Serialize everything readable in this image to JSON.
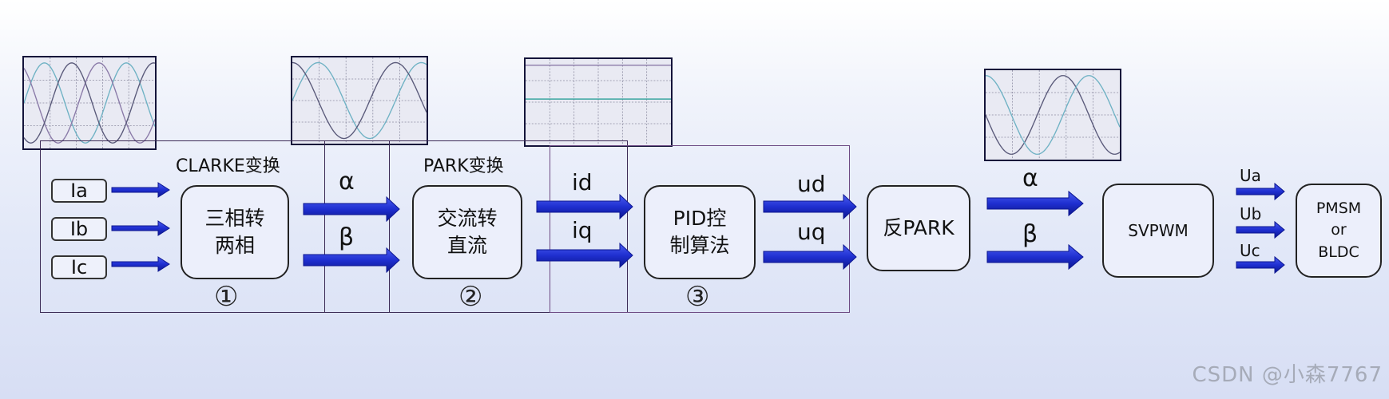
{
  "inputs": [
    "Ia",
    "Ib",
    "Ic"
  ],
  "sections": {
    "clarke_title": "CLARKE变换",
    "park_title": "PARK变换"
  },
  "blocks": {
    "clarke": "三相转\n两相",
    "park": "交流转\n直流",
    "pid": "PID控\n制算法",
    "inv_park": "反PARK",
    "svpwm": "SVPWM",
    "motor": "PMSM\nor\nBLDC"
  },
  "signals": {
    "alpha": "α",
    "beta": "β",
    "id": "id",
    "iq": "iq",
    "ud": "ud",
    "uq": "uq",
    "ua": "Ua",
    "ub": "Ub",
    "uc": "Uc"
  },
  "step_numbers": [
    "①",
    "②",
    "③"
  ],
  "watermark": "CSDN @小森7767",
  "colors": {
    "arrow": "#1f2fd0",
    "arrow_dark": "#0c1690",
    "scope_bg": "#e9eaf3",
    "scope_grid": "#8a8aa0",
    "wave_1": "#6fb2c4",
    "wave_2": "#8a7aa8",
    "wave_3": "#5a5a7a",
    "dc_line": "#3aa6a0"
  }
}
